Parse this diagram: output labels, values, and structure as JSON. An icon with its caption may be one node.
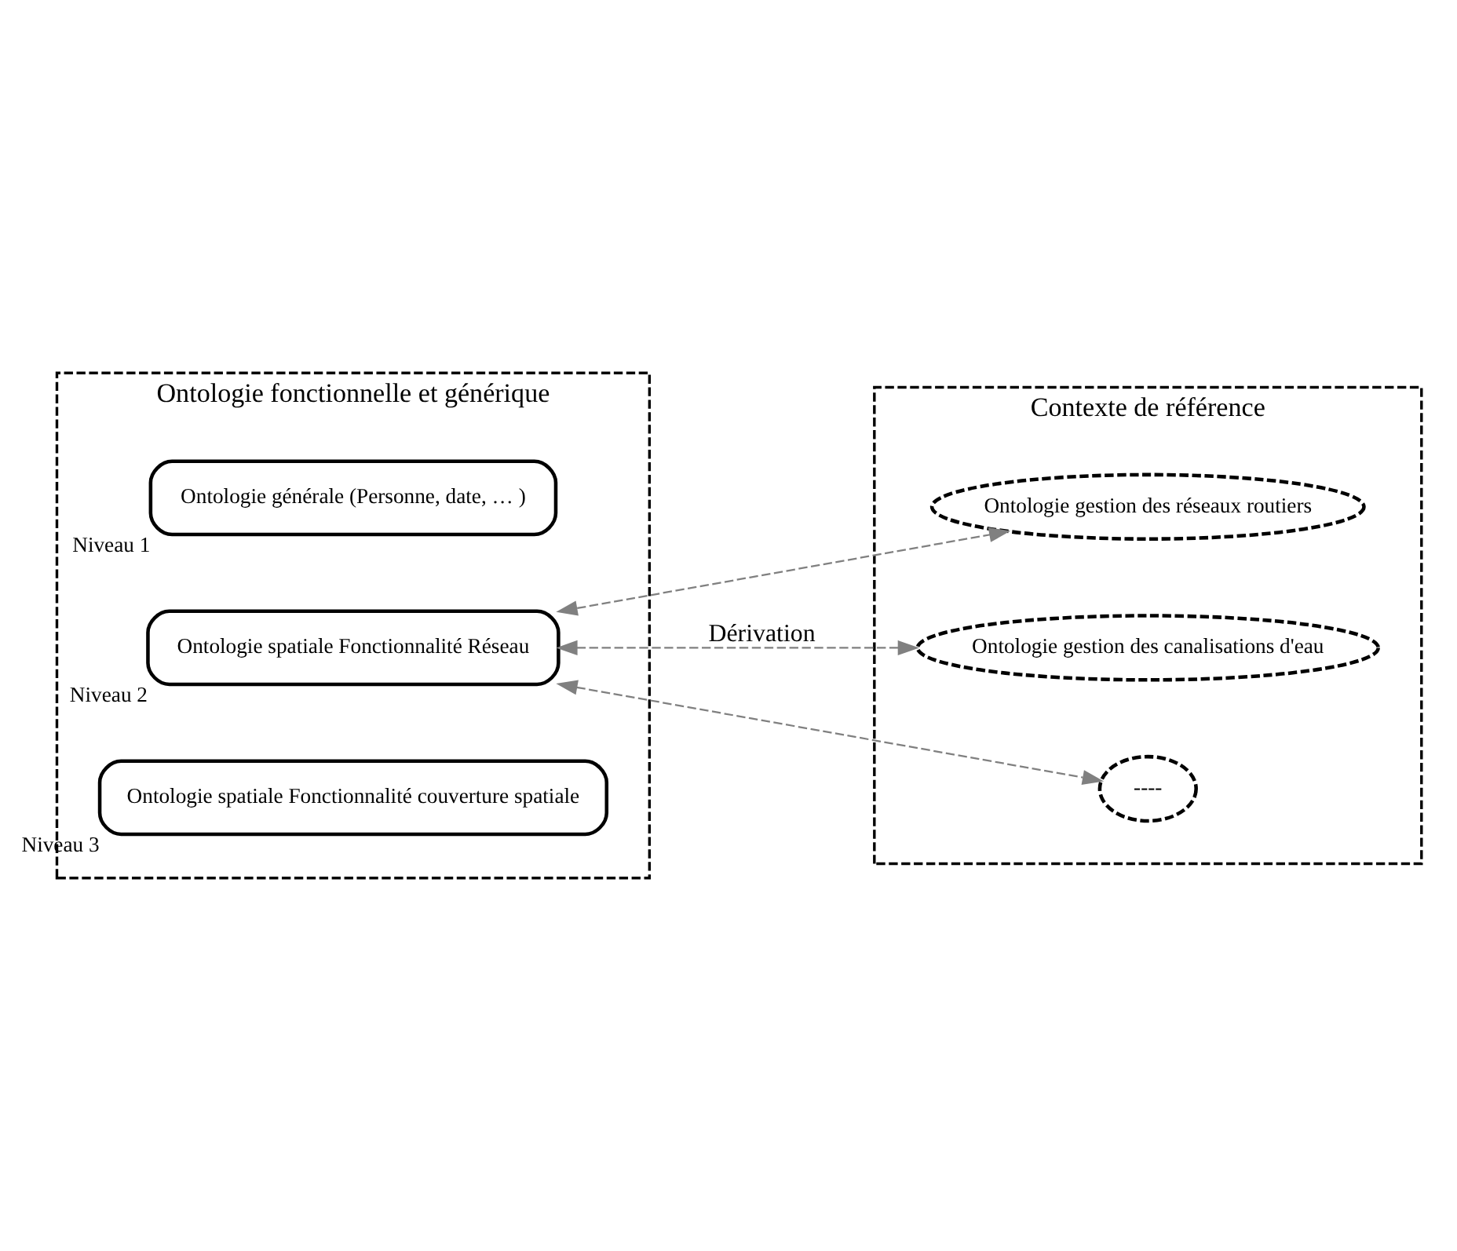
{
  "diagram": {
    "nodes": [
      {
        "text": [
          "Ontologie fonctionnelle et générique"
        ]
      },
      {
        "text": [
          "Ontologie générale (Personne, date, … )"
        ],
        "in": 0,
        "beside": [
          "Niveau 1"
        ]
      },
      {
        "text": [
          "Ontologie spatiale Fonctionnalité Réseau"
        ],
        "in": 0,
        "beside": [
          "Niveau 2"
        ]
      },
      {
        "text": [
          "Ontologie spatiale Fonctionnalité couverture spatiale"
        ],
        "in": 0,
        "beside": [
          "Niveau 3"
        ]
      },
      {
        "text": [
          "Contexte de référence"
        ]
      },
      {
        "text": [
          "Ontologie gestion des réseaux routiers"
        ],
        "in": 4
      },
      {
        "text": [
          "Ontologie gestion des canalisations d'eau"
        ],
        "in": 4
      },
      {
        "text": [
          "----"
        ],
        "in": 4
      }
    ],
    "edges": [
      {
        "from": 2,
        "to": 5,
        "arrow": "both",
        "style": "dashed"
      },
      {
        "from": 2,
        "to": 6,
        "arrow": "both",
        "style": "dashed",
        "label": "Dérivation"
      },
      {
        "from": 2,
        "to": 7,
        "arrow": "both",
        "style": "dashed"
      }
    ]
  }
}
